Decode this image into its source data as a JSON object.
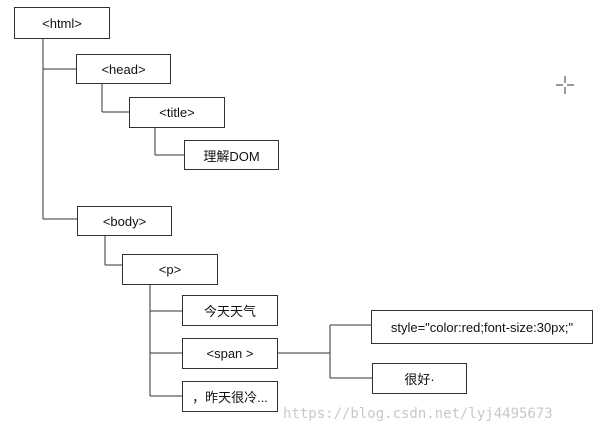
{
  "nodes": {
    "html": "<html>",
    "head": "<head>",
    "title": "<title>",
    "title_text": "理解DOM",
    "body": "<body>",
    "p": "<p>",
    "text1": "今天天气",
    "span": "<span >",
    "span_style": "style=\"color:red;font-size:30px;\"",
    "span_text": "很好·",
    "text2": "，昨天很冷..."
  },
  "watermark": "https://blog.csdn.net/lyj4495673",
  "colors": {
    "line": "#333333",
    "border": "#333333",
    "watermark": "#c8c8c8"
  }
}
